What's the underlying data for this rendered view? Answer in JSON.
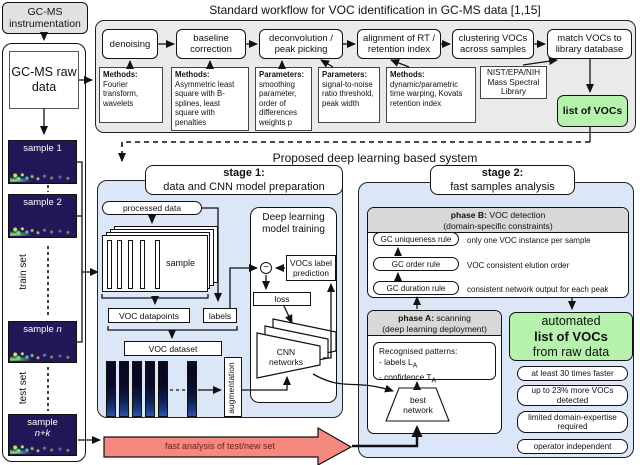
{
  "titles": {
    "standard_workflow": "Standard workflow for VOC identification in GC-MS data [1,15]",
    "proposed_system": "Proposed deep learning based system"
  },
  "instrumentation": {
    "label": "GC-MS instrumentation"
  },
  "raw_data": {
    "label": "GC-MS raw data"
  },
  "workflow": {
    "steps": [
      "denoising",
      "baseline correction",
      "deconvolution / peak picking",
      "alignment of RT / retention index",
      "clustering VOCs across samples",
      "match VOCs to library database"
    ],
    "notes": [
      {
        "title": "Methods:",
        "body": "Fourier transform, wavelets"
      },
      {
        "title": "Methods:",
        "body": "Asymmetric least square with B-splines, least square with penalties"
      },
      {
        "title": "Parameters:",
        "body": "smoothing parameter, order of differences weights p"
      },
      {
        "title": "Parameters:",
        "body": "signal-to-noise ratio threshold, peak width"
      },
      {
        "title": "Methods:",
        "body": "dynamic/parametric time warping, Kovats retention index"
      }
    ],
    "library": "NIST/EPA/NIH Mass Spectral Library",
    "list_of_vocs": "list of VOCs"
  },
  "samples": {
    "train_label": "train set",
    "test_label": "test set",
    "s1": "sample 1",
    "s2": "sample 2",
    "sn_prefix": "sample ",
    "sn_var": "n",
    "snk_prefix": "sample",
    "snk_var": "n+k"
  },
  "stage1": {
    "title_bold": "stage 1:",
    "title_rest": "data and CNN model preparation",
    "processed_data": "processed data",
    "sample_label": "sample",
    "voc_datapoints": "VOC datapoints",
    "labels": "labels",
    "voc_dataset": "VOC dataset",
    "augmentation": "augmentation",
    "minus": "−",
    "training": {
      "title": "Deep learning model training",
      "prediction": "VOCs label prediction",
      "loss": "loss",
      "cnn_line1": "CNN",
      "cnn_line2": "networks"
    }
  },
  "stage2": {
    "title_bold": "stage 2:",
    "title_rest": "fast samples analysis",
    "phase_b": {
      "header_bold": "phase B:",
      "header_rest": " VOC detection",
      "header_sub": "(domain-specific constraints)",
      "rules": [
        {
          "pill": "GC uniqueness rule",
          "desc": "only one VOC instance per sample"
        },
        {
          "pill": "GC order rule",
          "desc": "VOC consistent elution order"
        },
        {
          "pill": "GC duration rule",
          "desc": "consistent network output for each peak"
        }
      ]
    },
    "phase_a": {
      "header_bold": "phase A:",
      "header_rest": " scanning",
      "header_sub": "(deep learning deployment)",
      "patterns_title": "Recognised patterns:",
      "pattern1_main": "- labels L",
      "pattern1_sub": "A",
      "pattern2_main": "- confidence T",
      "pattern2_sub": "A",
      "best_line1": "best",
      "best_line2": "network"
    },
    "result": {
      "line1": "automated",
      "line2": "list of VOCs",
      "line3": "from raw data"
    },
    "benefits": [
      "at least 30 times faster",
      "up to 23% more VOCs detected",
      "limited domain-expertise required",
      "operator independent"
    ]
  },
  "fast_arrow": {
    "label": "fast analysis of test/new set"
  },
  "colors": {
    "stage_bg": "#dbe7f7",
    "workflow_bg": "#eaeaea",
    "header_gray": "#d8d8d8",
    "green": "#b7f1ae",
    "red_arrow": "#f5887f",
    "sample_bg": "#241758"
  }
}
